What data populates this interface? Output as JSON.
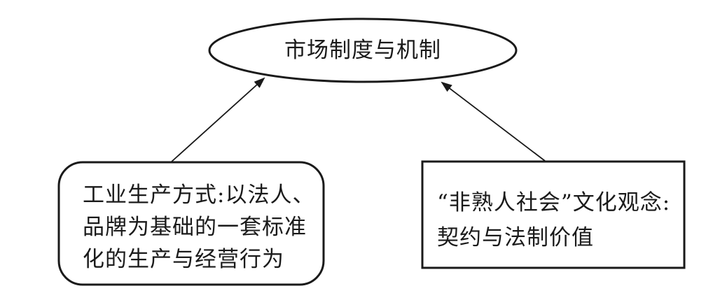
{
  "diagram": {
    "top_node": {
      "label": "市场制度与机制"
    },
    "left_node": {
      "lines": [
        "工业生产方式:以法人、",
        "品牌为基础的一套标准",
        "化的生产与经营行为"
      ]
    },
    "right_node": {
      "lines": [
        "“非熟人社会”文化观念:",
        "契约与法制价值"
      ]
    },
    "colors": {
      "stroke": "#1a1a1a",
      "background": "#ffffff"
    }
  }
}
